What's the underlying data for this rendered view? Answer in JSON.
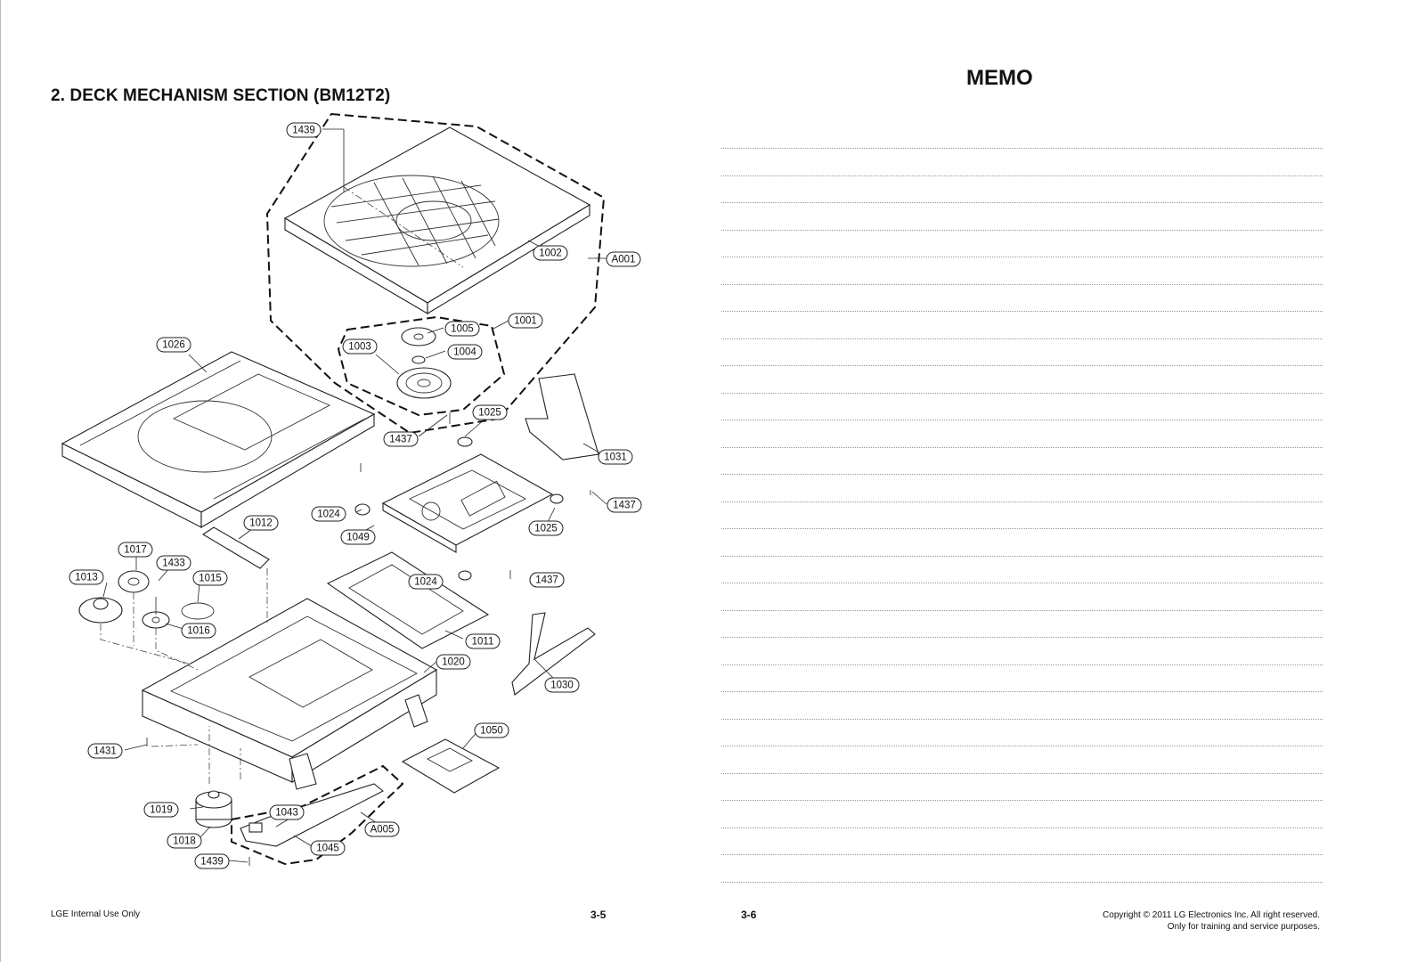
{
  "left_page": {
    "section_title": "2. DECK MECHANISM SECTION (BM12T2)",
    "footer_left": "LGE Internal Use Only",
    "page_number": "3-5"
  },
  "right_page": {
    "title": "MEMO",
    "line_count": 28,
    "page_number": "3-6",
    "copyright_line1": "Copyright © 2011 LG Electronics Inc. All right reserved.",
    "copyright_line2": "Only for training and service purposes."
  },
  "diagram": {
    "part_labels": [
      "1439",
      "1002",
      "A001",
      "1001",
      "1005",
      "1004",
      "1003",
      "1026",
      "1025",
      "1437",
      "1031",
      "1437",
      "1024",
      "1437",
      "1049",
      "1025",
      "1012",
      "1017",
      "1433",
      "1015",
      "1013",
      "1024",
      "1437",
      "1016",
      "1011",
      "1020",
      "1030",
      "1050",
      "1431",
      "1019",
      "1043",
      "A005",
      "1018",
      "1045",
      "1439"
    ]
  }
}
